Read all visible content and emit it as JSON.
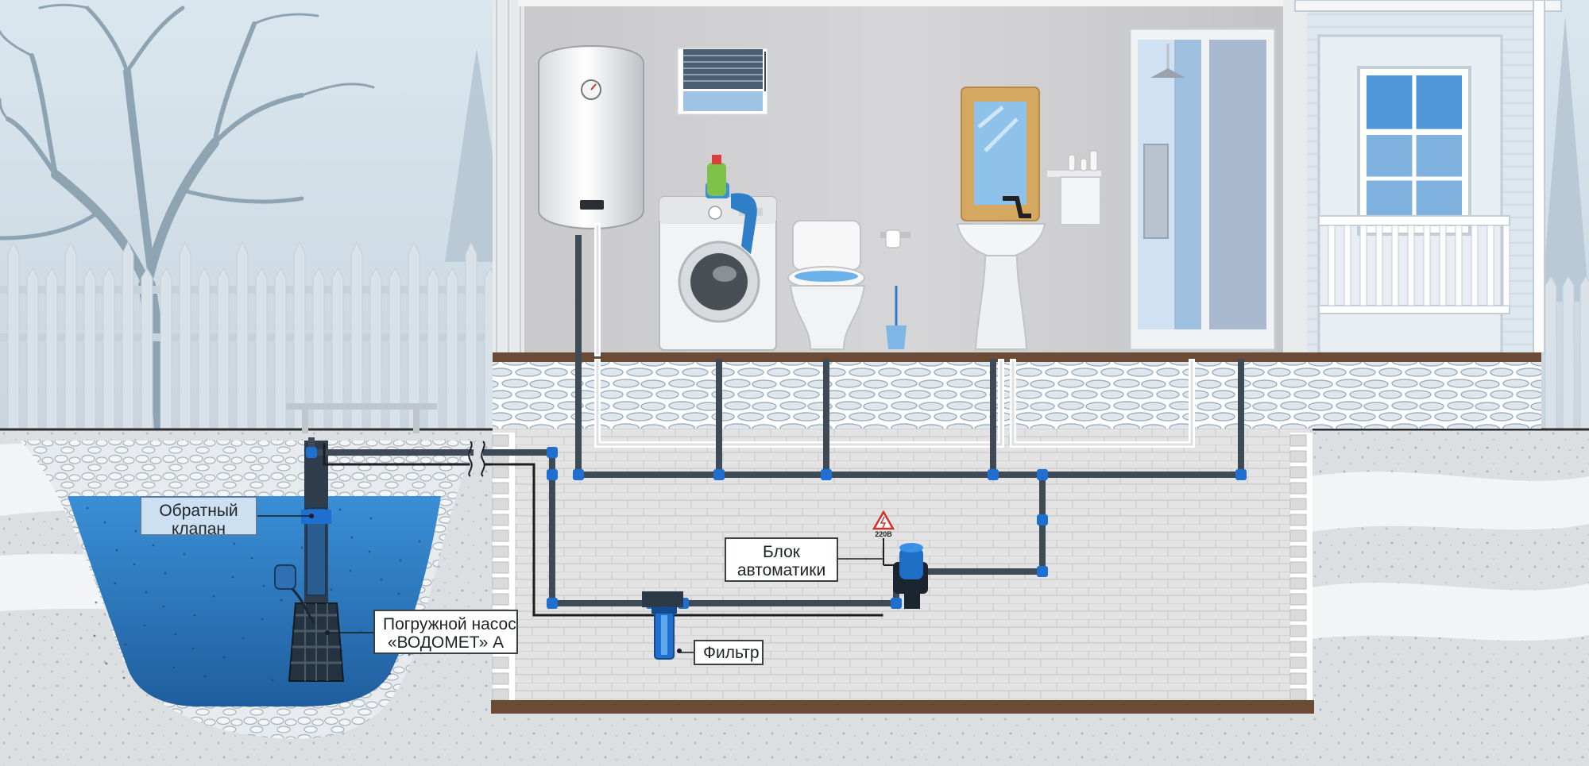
{
  "labels": {
    "check_valve": [
      "Обратный",
      "клапан"
    ],
    "pump": [
      "Погружной насос",
      "«ВОДОМЕТ» А"
    ],
    "automation": [
      "Блок",
      "автоматики"
    ],
    "filter": "Фильтр",
    "voltage": "220В"
  },
  "colors": {
    "pipe": "#3e4a56",
    "fitting": "#1f6fd0",
    "water": "#2f7fc8",
    "pump_body": "#2a5d8f",
    "control_unit": "#1e6ec5",
    "foundation": "#6b4a36"
  }
}
